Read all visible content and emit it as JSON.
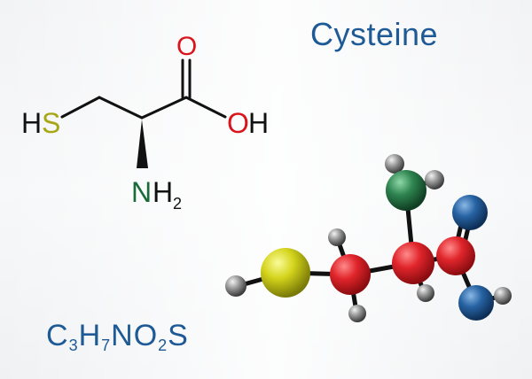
{
  "title": "Cysteine",
  "formula": {
    "parts": [
      "C",
      "3",
      "H",
      "7",
      "NO",
      "2",
      "S"
    ]
  },
  "structural_formula": {
    "atoms": {
      "sulfur_label": "S",
      "sulfur_h_label": "H",
      "oxygen_double_label": "O",
      "hydroxyl_o_label": "O",
      "hydroxyl_h_label": "H",
      "nitrogen_label": "N",
      "amine_h_label": "H",
      "amine_h_count": "2"
    }
  },
  "colors": {
    "title": "#1e5a96",
    "oxygen": "#d9151c",
    "sulfur": "#a7a715",
    "nitrogen": "#1a6a3a",
    "bond": "#111111",
    "model_carbon": "#d81e23",
    "model_oxygen": "#1f5b98",
    "model_nitrogen": "#2a7a4a",
    "model_sulfur": "#c8c81a",
    "model_hydrogen": "#8a8a8a"
  }
}
